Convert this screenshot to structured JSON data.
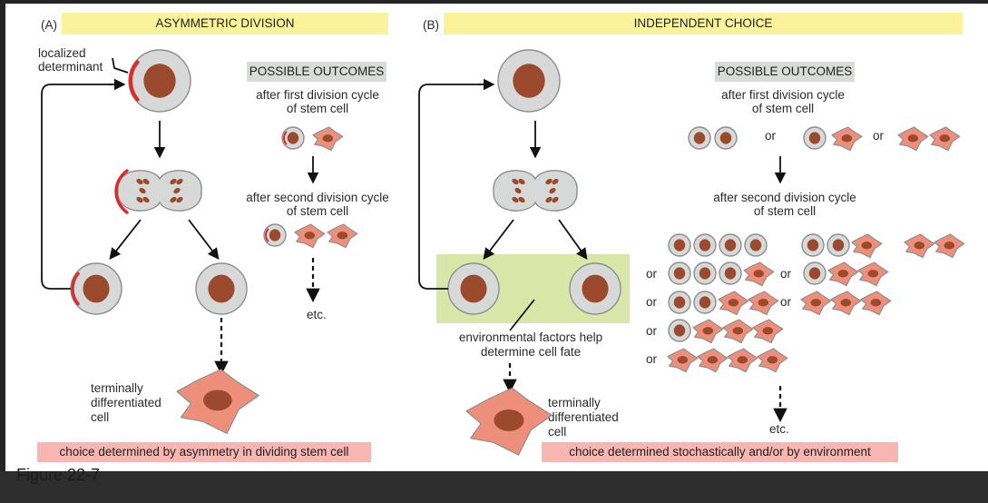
{
  "panel_a": {
    "label": "(A)",
    "title": "ASYMMETRIC DIVISION",
    "localized_determinant_line1": "localized",
    "localized_determinant_line2": "determinant",
    "possible_outcomes": "POSSIBLE OUTCOMES",
    "after_first_line1": "after first division cycle",
    "after_first_line2": "of stem cell",
    "after_second_line1": "after second division cycle",
    "after_second_line2": "of stem cell",
    "etc": "etc.",
    "terminal_line1": "terminally",
    "terminal_line2": "differentiated",
    "terminal_line3": "cell",
    "footer": "choice determined by asymmetry in dividing stem cell"
  },
  "panel_b": {
    "label": "(B)",
    "title": "INDEPENDENT CHOICE",
    "possible_outcomes": "POSSIBLE OUTCOMES",
    "after_first_line1": "after first division cycle",
    "after_first_line2": "of stem cell",
    "after_second_line1": "after second division cycle",
    "after_second_line2": "of stem cell",
    "or_word": "or",
    "env_line1": "environmental factors help",
    "env_line2": "determine cell fate",
    "terminal_line1": "terminally",
    "terminal_line2": "differentiated",
    "terminal_line3": "cell",
    "etc": "etc.",
    "footer": "choice determined stochastically and/or by environment"
  },
  "caption": "Figure 22-7",
  "colors": {
    "stem_cell": "#d6d9d8",
    "nucleus": "#9c4a2e",
    "diff_cell": "#ee8f7c",
    "determinant": "#e02a2a",
    "header_yellow": "#fbf29c",
    "outcome_gray": "#d7dcd8",
    "footer_pink": "#f7b6b1",
    "env_green": "#d8e7a8"
  }
}
